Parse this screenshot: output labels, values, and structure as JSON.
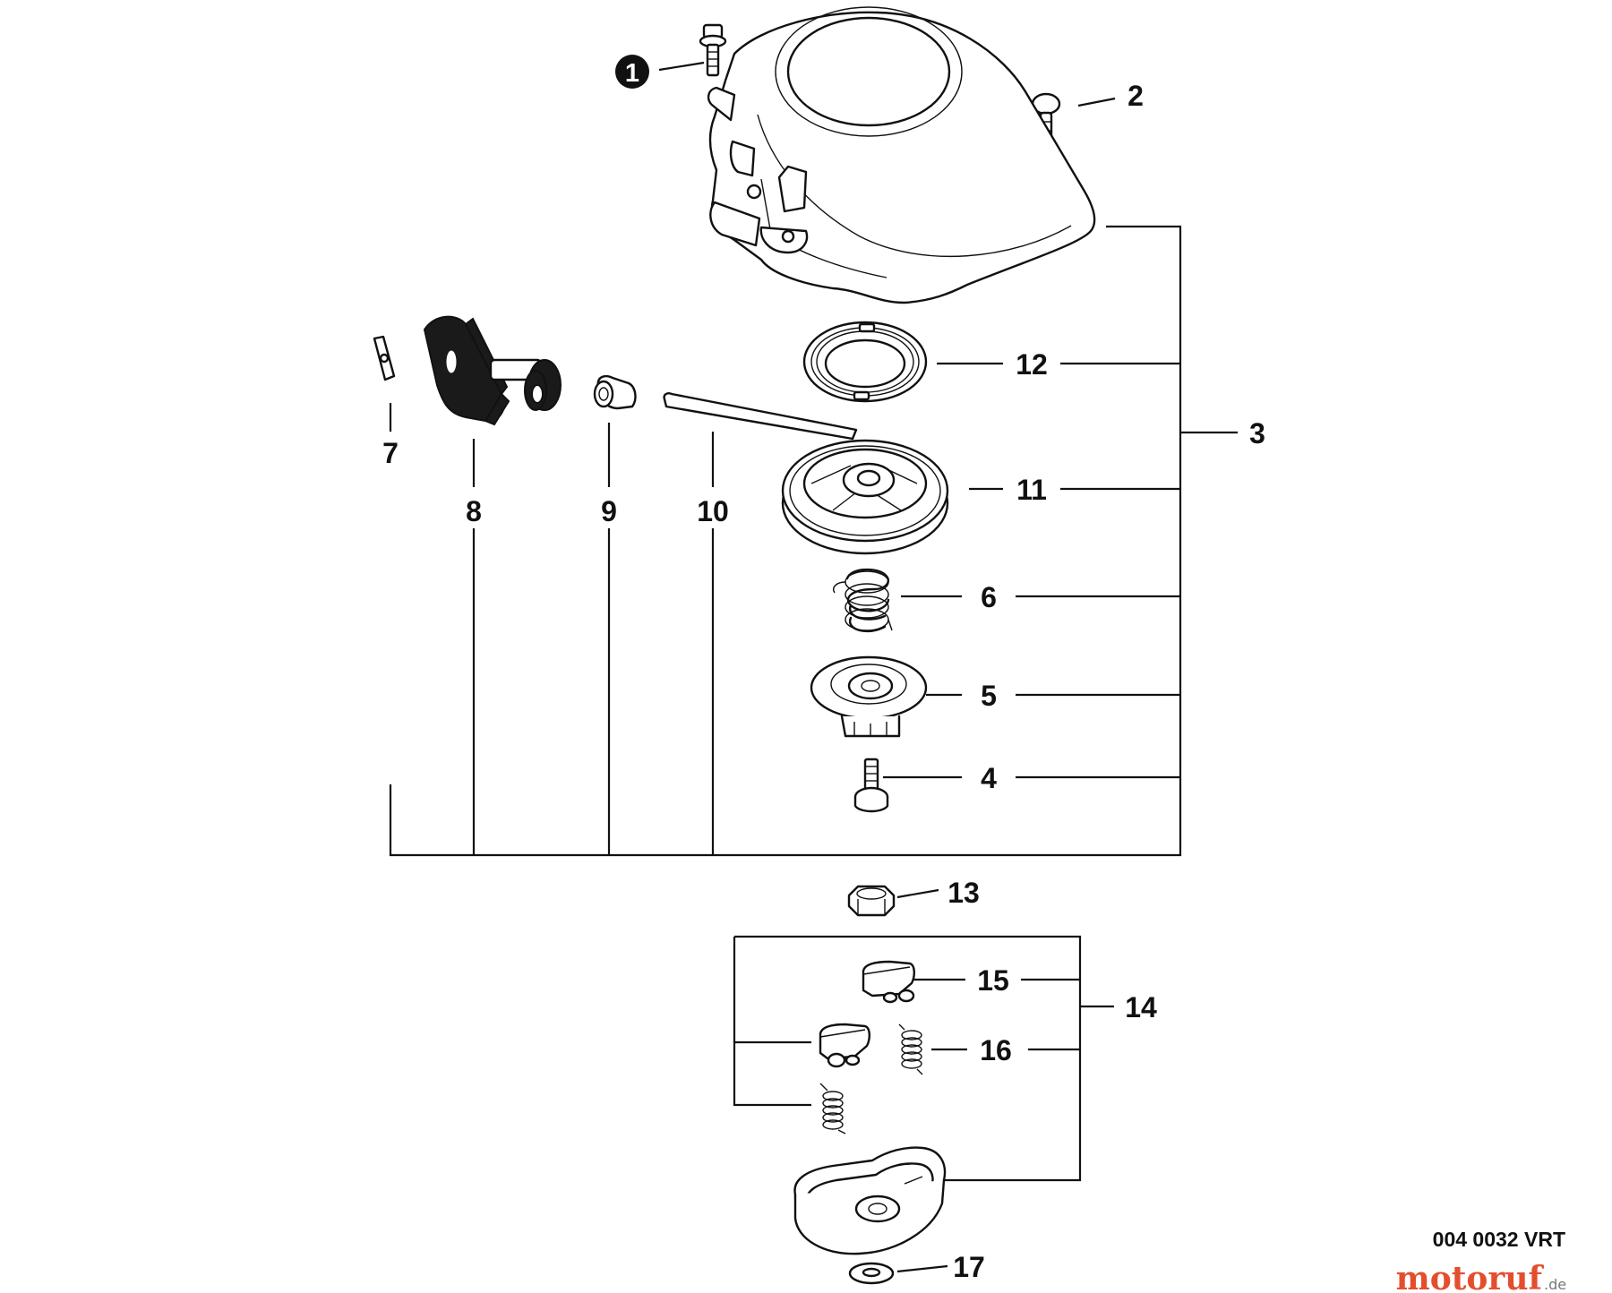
{
  "diagram": {
    "code": "004 0032 VRT",
    "watermark": {
      "brand": "motoruf",
      "tld": ".de"
    },
    "callouts": {
      "c1": "1",
      "c2": "2",
      "c3": "3",
      "c4": "4",
      "c5": "5",
      "c6": "6",
      "c7": "7",
      "c8": "8",
      "c9": "9",
      "c10": "10",
      "c11": "11",
      "c12": "12",
      "c13": "13",
      "c14": "14",
      "c15": "15",
      "c16": "16",
      "c17": "17"
    }
  }
}
